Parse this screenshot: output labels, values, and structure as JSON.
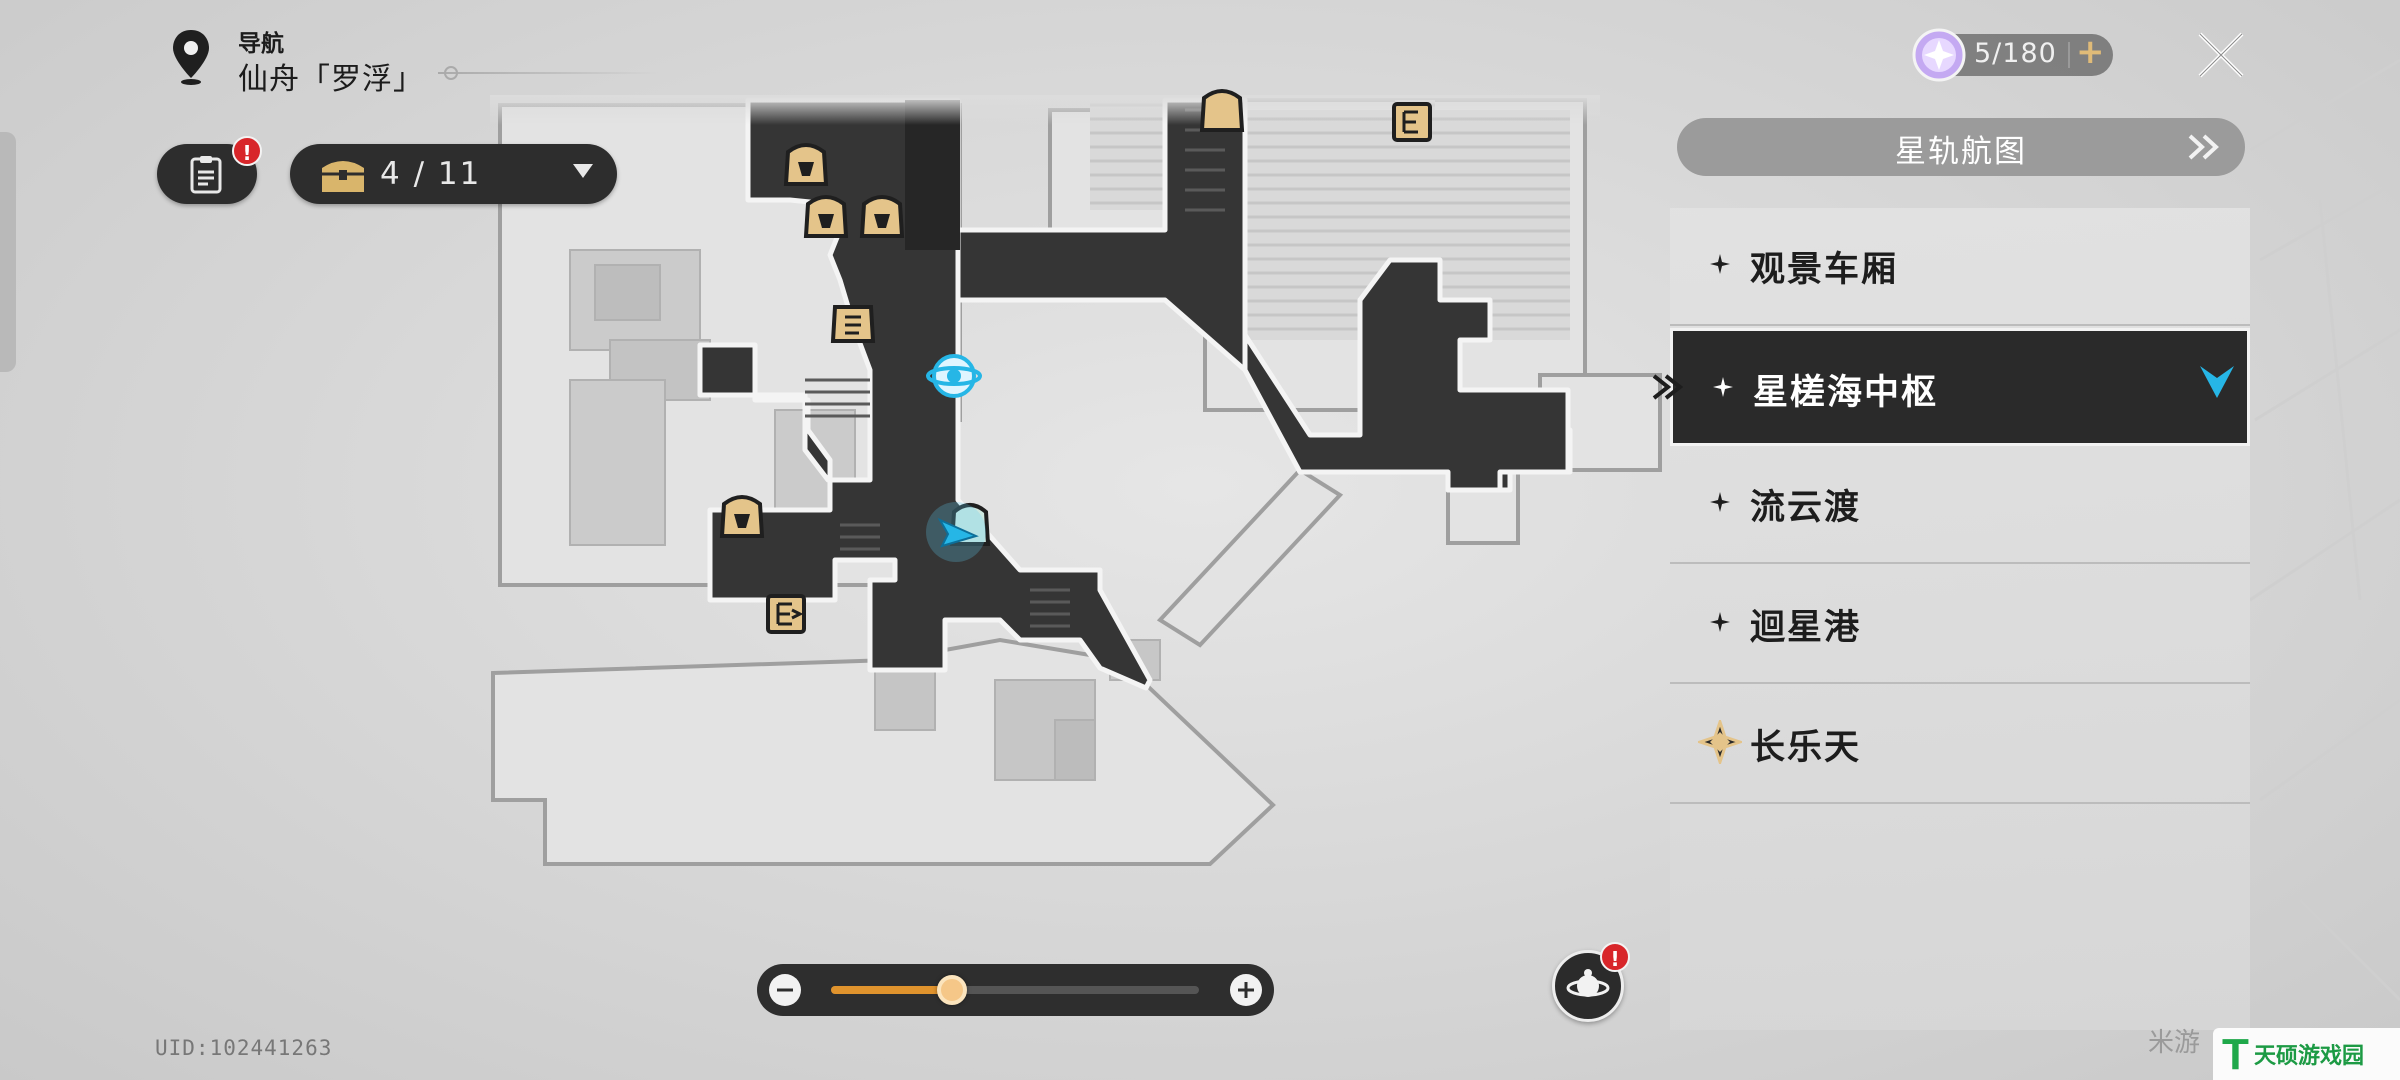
{
  "navigation": {
    "label": "导航",
    "location": "仙舟「罗浮」",
    "pin_icon": "location-pin-icon"
  },
  "mission_button": {
    "icon": "clipboard-icon",
    "alert": "!"
  },
  "chest_counter": {
    "icon": "treasure-chest-icon",
    "count": "4 / 11",
    "collected": 4,
    "total": 11
  },
  "stamina": {
    "icon": "trailblaze-power-icon",
    "value": "5/180",
    "add_label": "+"
  },
  "close_icon": "close-icon",
  "panel": {
    "title": "星轨航图",
    "items": [
      {
        "label": "观景车厢",
        "selected": false
      },
      {
        "label": "星槎海中枢",
        "selected": true
      },
      {
        "label": "流云渡",
        "selected": false
      },
      {
        "label": "迴星港",
        "selected": false
      },
      {
        "label": "长乐天",
        "selected": false
      }
    ]
  },
  "zoom": {
    "minus": "−",
    "plus": "+",
    "level": 0.33
  },
  "planet_button": {
    "icon": "planet-icon",
    "alert": "!"
  },
  "uid": "UID:102441263",
  "watermark": {
    "partial_text": "米游",
    "logo_text": "天硕游戏园",
    "logo_letter": "T",
    "brand_color": "#1fa84a"
  },
  "colors": {
    "map_dark": "#333333",
    "map_light": "#e4e4e4",
    "accent_cyan": "#26b6e6",
    "accent_orange": "#e0932d",
    "alert_red": "#d8262a"
  }
}
